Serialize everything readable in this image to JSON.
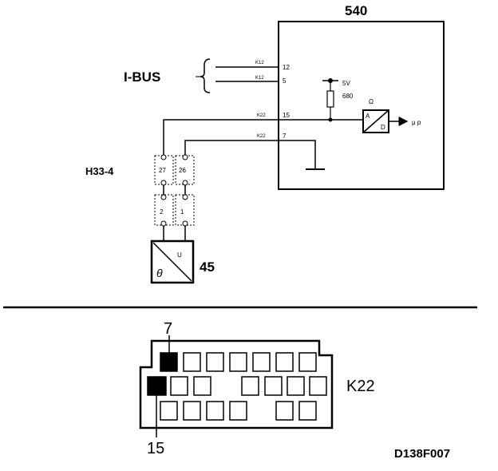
{
  "ecu": {
    "label": "540",
    "pins": [
      "12",
      "5",
      "15",
      "7"
    ]
  },
  "bus": {
    "label": "I-BUS",
    "wire_codes": [
      "K12",
      "K12"
    ]
  },
  "wires": {
    "pin15_code": "K22",
    "pin7_code": "K22"
  },
  "power": {
    "voltage": "5V",
    "resistor": "680"
  },
  "adc": {
    "label_top": "Ω",
    "a": "A",
    "d": "D",
    "output": "μ p"
  },
  "connector_h33": {
    "label": "H33-4",
    "upper_pins": [
      "27",
      "26"
    ],
    "lower_pins": [
      "2",
      "1"
    ]
  },
  "sensor": {
    "label": "45",
    "u": "U",
    "theta": "θ"
  },
  "k22": {
    "label": "K22",
    "pin_top": "7",
    "pin_bottom": "15"
  },
  "footer": {
    "code": "D138F007"
  }
}
